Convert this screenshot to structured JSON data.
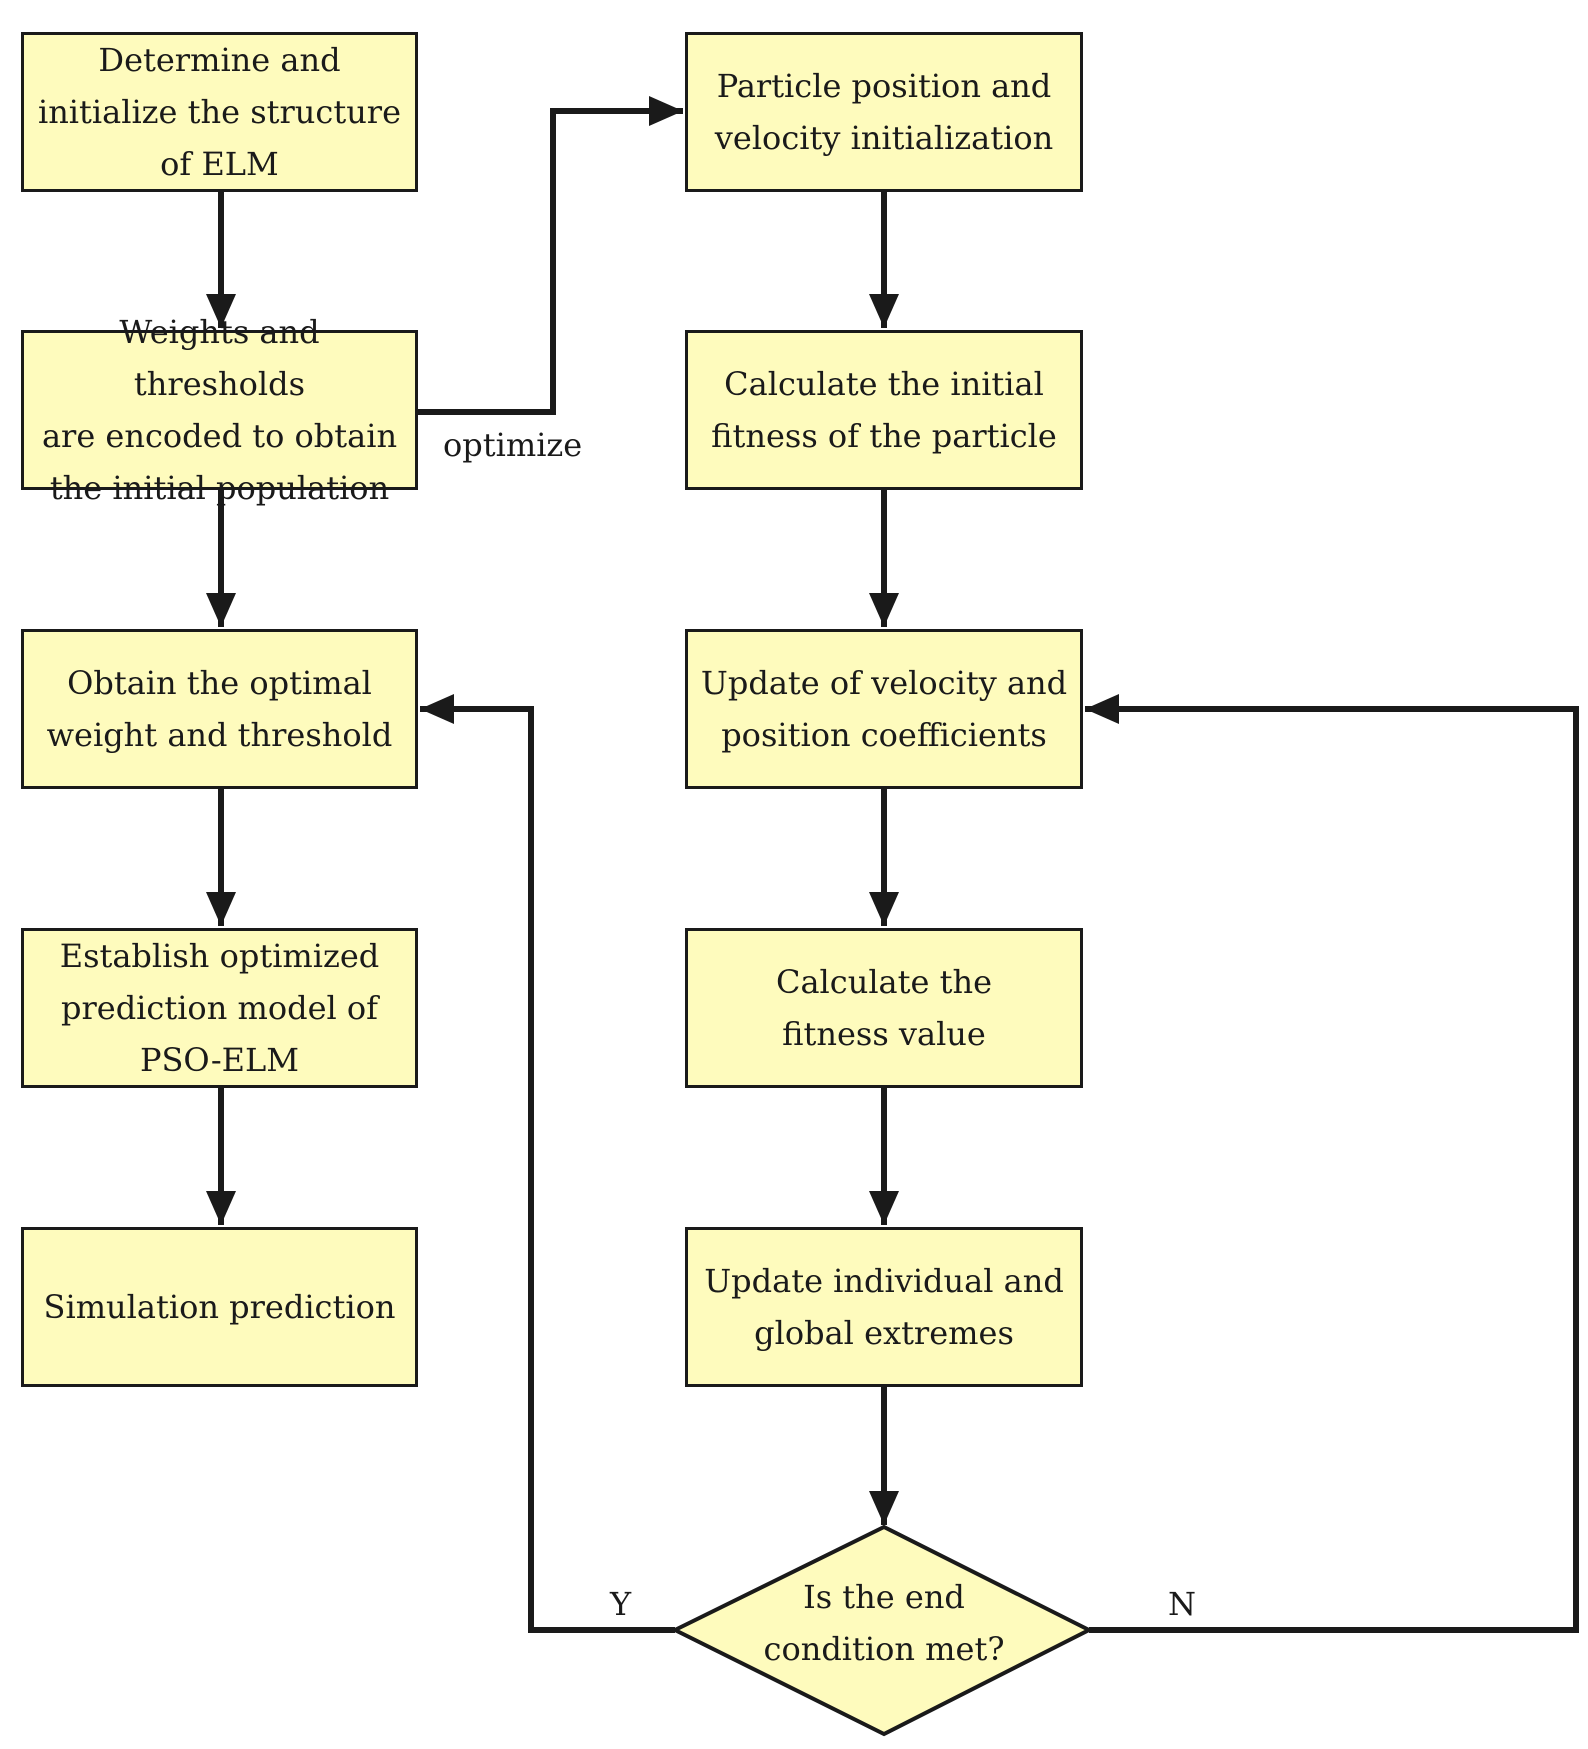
{
  "colors": {
    "box_fill": "#fefbbd",
    "stroke": "#1a1a1a"
  },
  "left_column": [
    {
      "id": "determine-elm",
      "text": "Determine and\ninitialize the structure\nof ELM"
    },
    {
      "id": "encode-population",
      "text": "Weights and thresholds\nare encoded to obtain\nthe initial population"
    },
    {
      "id": "obtain-optimal",
      "text": "Obtain the optimal\nweight and threshold"
    },
    {
      "id": "establish-model",
      "text": "Establish optimized\nprediction model of\nPSO-ELM"
    },
    {
      "id": "simulation",
      "text": "Simulation prediction"
    }
  ],
  "right_column": [
    {
      "id": "particle-init",
      "text": "Particle position and\nvelocity initialization"
    },
    {
      "id": "initial-fitness",
      "text": "Calculate the initial\nfitness of the particle"
    },
    {
      "id": "update-velocity",
      "text": "Update of velocity and\nposition coefficients"
    },
    {
      "id": "calc-fitness",
      "text": "Calculate the\nfitness value"
    },
    {
      "id": "update-extremes",
      "text": "Update individual and\nglobal extremes"
    }
  ],
  "decision": {
    "text": "Is the end\ncondition met?"
  },
  "edge_labels": {
    "optimize": "optimize",
    "yes": "Y",
    "no": "N"
  }
}
